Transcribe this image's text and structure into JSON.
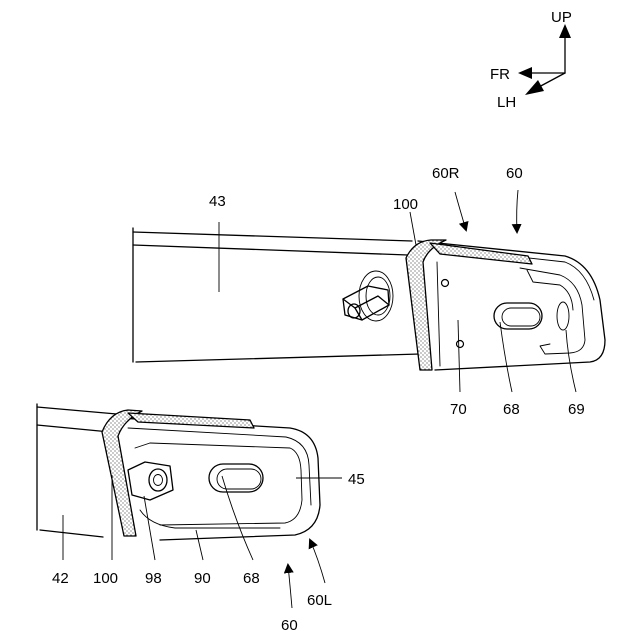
{
  "directions": {
    "up": "UP",
    "front": "FR",
    "left": "LH"
  },
  "labels": {
    "l43": "43",
    "l100_top": "100",
    "l60R": "60R",
    "l60_top": "60",
    "l70": "70",
    "l68_top": "68",
    "l69": "69",
    "l45": "45",
    "l42": "42",
    "l100_bottom": "100",
    "l98": "98",
    "l90": "90",
    "l68_bottom": "68",
    "l60L": "60L",
    "l60_bottom": "60"
  }
}
